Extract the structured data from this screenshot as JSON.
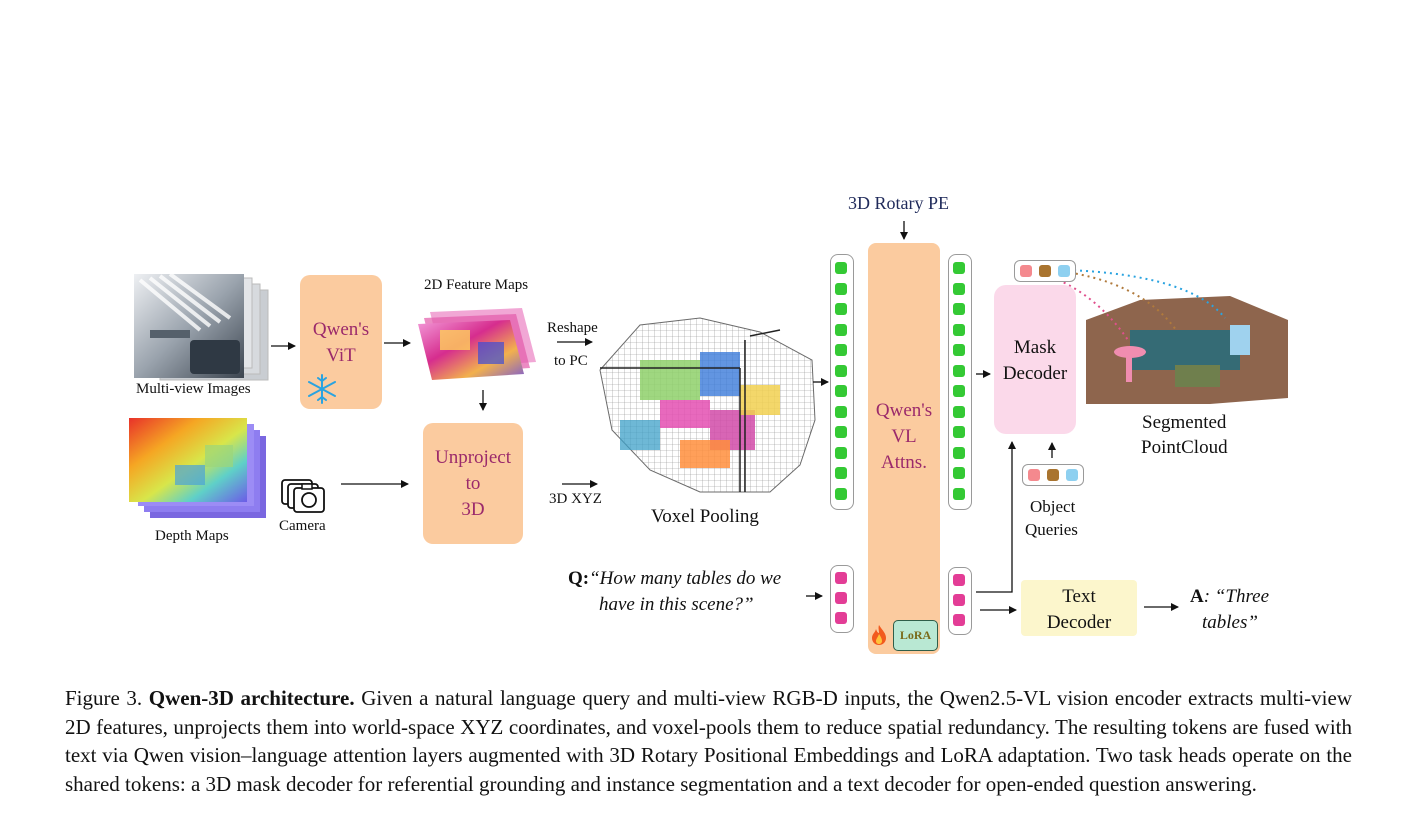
{
  "diagram": {
    "rotary_pe": "3D Rotary PE",
    "feature_maps_label": "2D Feature Maps",
    "multiview_label": "Multi-view Images",
    "depth_label": "Depth Maps",
    "camera_label": "Camera",
    "vit_line1": "Qwen's",
    "vit_line2": "ViT",
    "unproject_line1": "Unproject",
    "unproject_line2": "to",
    "unproject_line3": "3D",
    "reshape_line1": "Reshape",
    "reshape_line2": "to PC",
    "xyz_label": "3D XYZ",
    "voxel_label": "Voxel Pooling",
    "vl_line1": "Qwen's",
    "vl_line2": "VL",
    "vl_line3": "Attns.",
    "lora": "LoRA",
    "mask_line1": "Mask",
    "mask_line2": "Decoder",
    "seg_line1": "Segmented",
    "seg_line2": "PointCloud",
    "queries_line1": "Object",
    "queries_line2": "Queries",
    "text_dec_line1": "Text",
    "text_dec_line2": "Decoder",
    "question_prefix": "Q:",
    "question_line1": "“How many tables do we",
    "question_line2": "have in this scene?”",
    "answer_prefix": "A",
    "answer_line1": ": “Three",
    "answer_line2": "tables”",
    "colors": {
      "orange_box": "#fbcb9f",
      "pink_box": "#fbd9ea",
      "yellow_box": "#fcf6cc",
      "box_text": "#9b2a6b",
      "green_token": "#34c934",
      "pink_token": "#e33d96",
      "rotary_text": "#1f2a5a"
    },
    "icons": [
      "snowflake-icon",
      "camera-icon",
      "fire-icon"
    ]
  },
  "caption": {
    "figure_label": "Figure 3.",
    "title": "Qwen-3D architecture.",
    "body": "Given a natural language query and multi-view RGB-D inputs, the Qwen2.5-VL vision encoder extracts multi-view 2D features, unprojects them into world-space XYZ coordinates, and voxel-pools them to reduce spatial redundancy.  The resulting tokens are fused with text via Qwen vision–language attention layers augmented with 3D Rotary Positional Embeddings and LoRA adaptation. Two task heads operate on the shared tokens: a 3D mask decoder for referential grounding and instance segmentation and a text decoder for open-ended question answering."
  }
}
